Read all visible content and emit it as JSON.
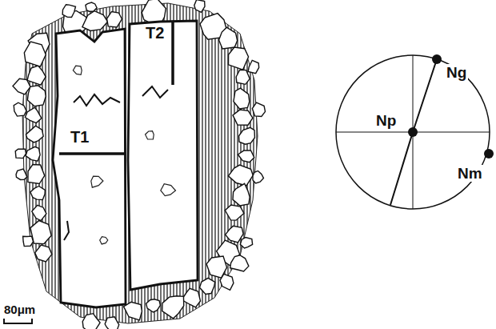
{
  "diagram": {
    "labels": [
      "T1",
      "T2",
      "80μm",
      "Ng",
      "Np",
      "Nm"
    ]
  }
}
